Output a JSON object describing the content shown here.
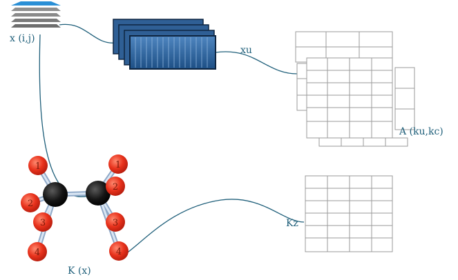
{
  "labels": {
    "x": "x (i,j)",
    "xu": "xu",
    "a": "A (ku,kc)",
    "kz": "Kz",
    "kx": "K (x)"
  },
  "atoms": {
    "left": [
      "1",
      "2",
      "3",
      "4"
    ],
    "right": [
      "1",
      "2",
      "3",
      "4"
    ]
  },
  "colors": {
    "wire": "#1f5f7a",
    "layer_top": "#2a8fd6",
    "layer": "#7a7a7a",
    "cell_blue": "#2f5f95",
    "grid_line": "#9a9a9a",
    "atom_red": "#e8321c",
    "atom_black": "#111111",
    "bond": "#bcd0e6"
  }
}
